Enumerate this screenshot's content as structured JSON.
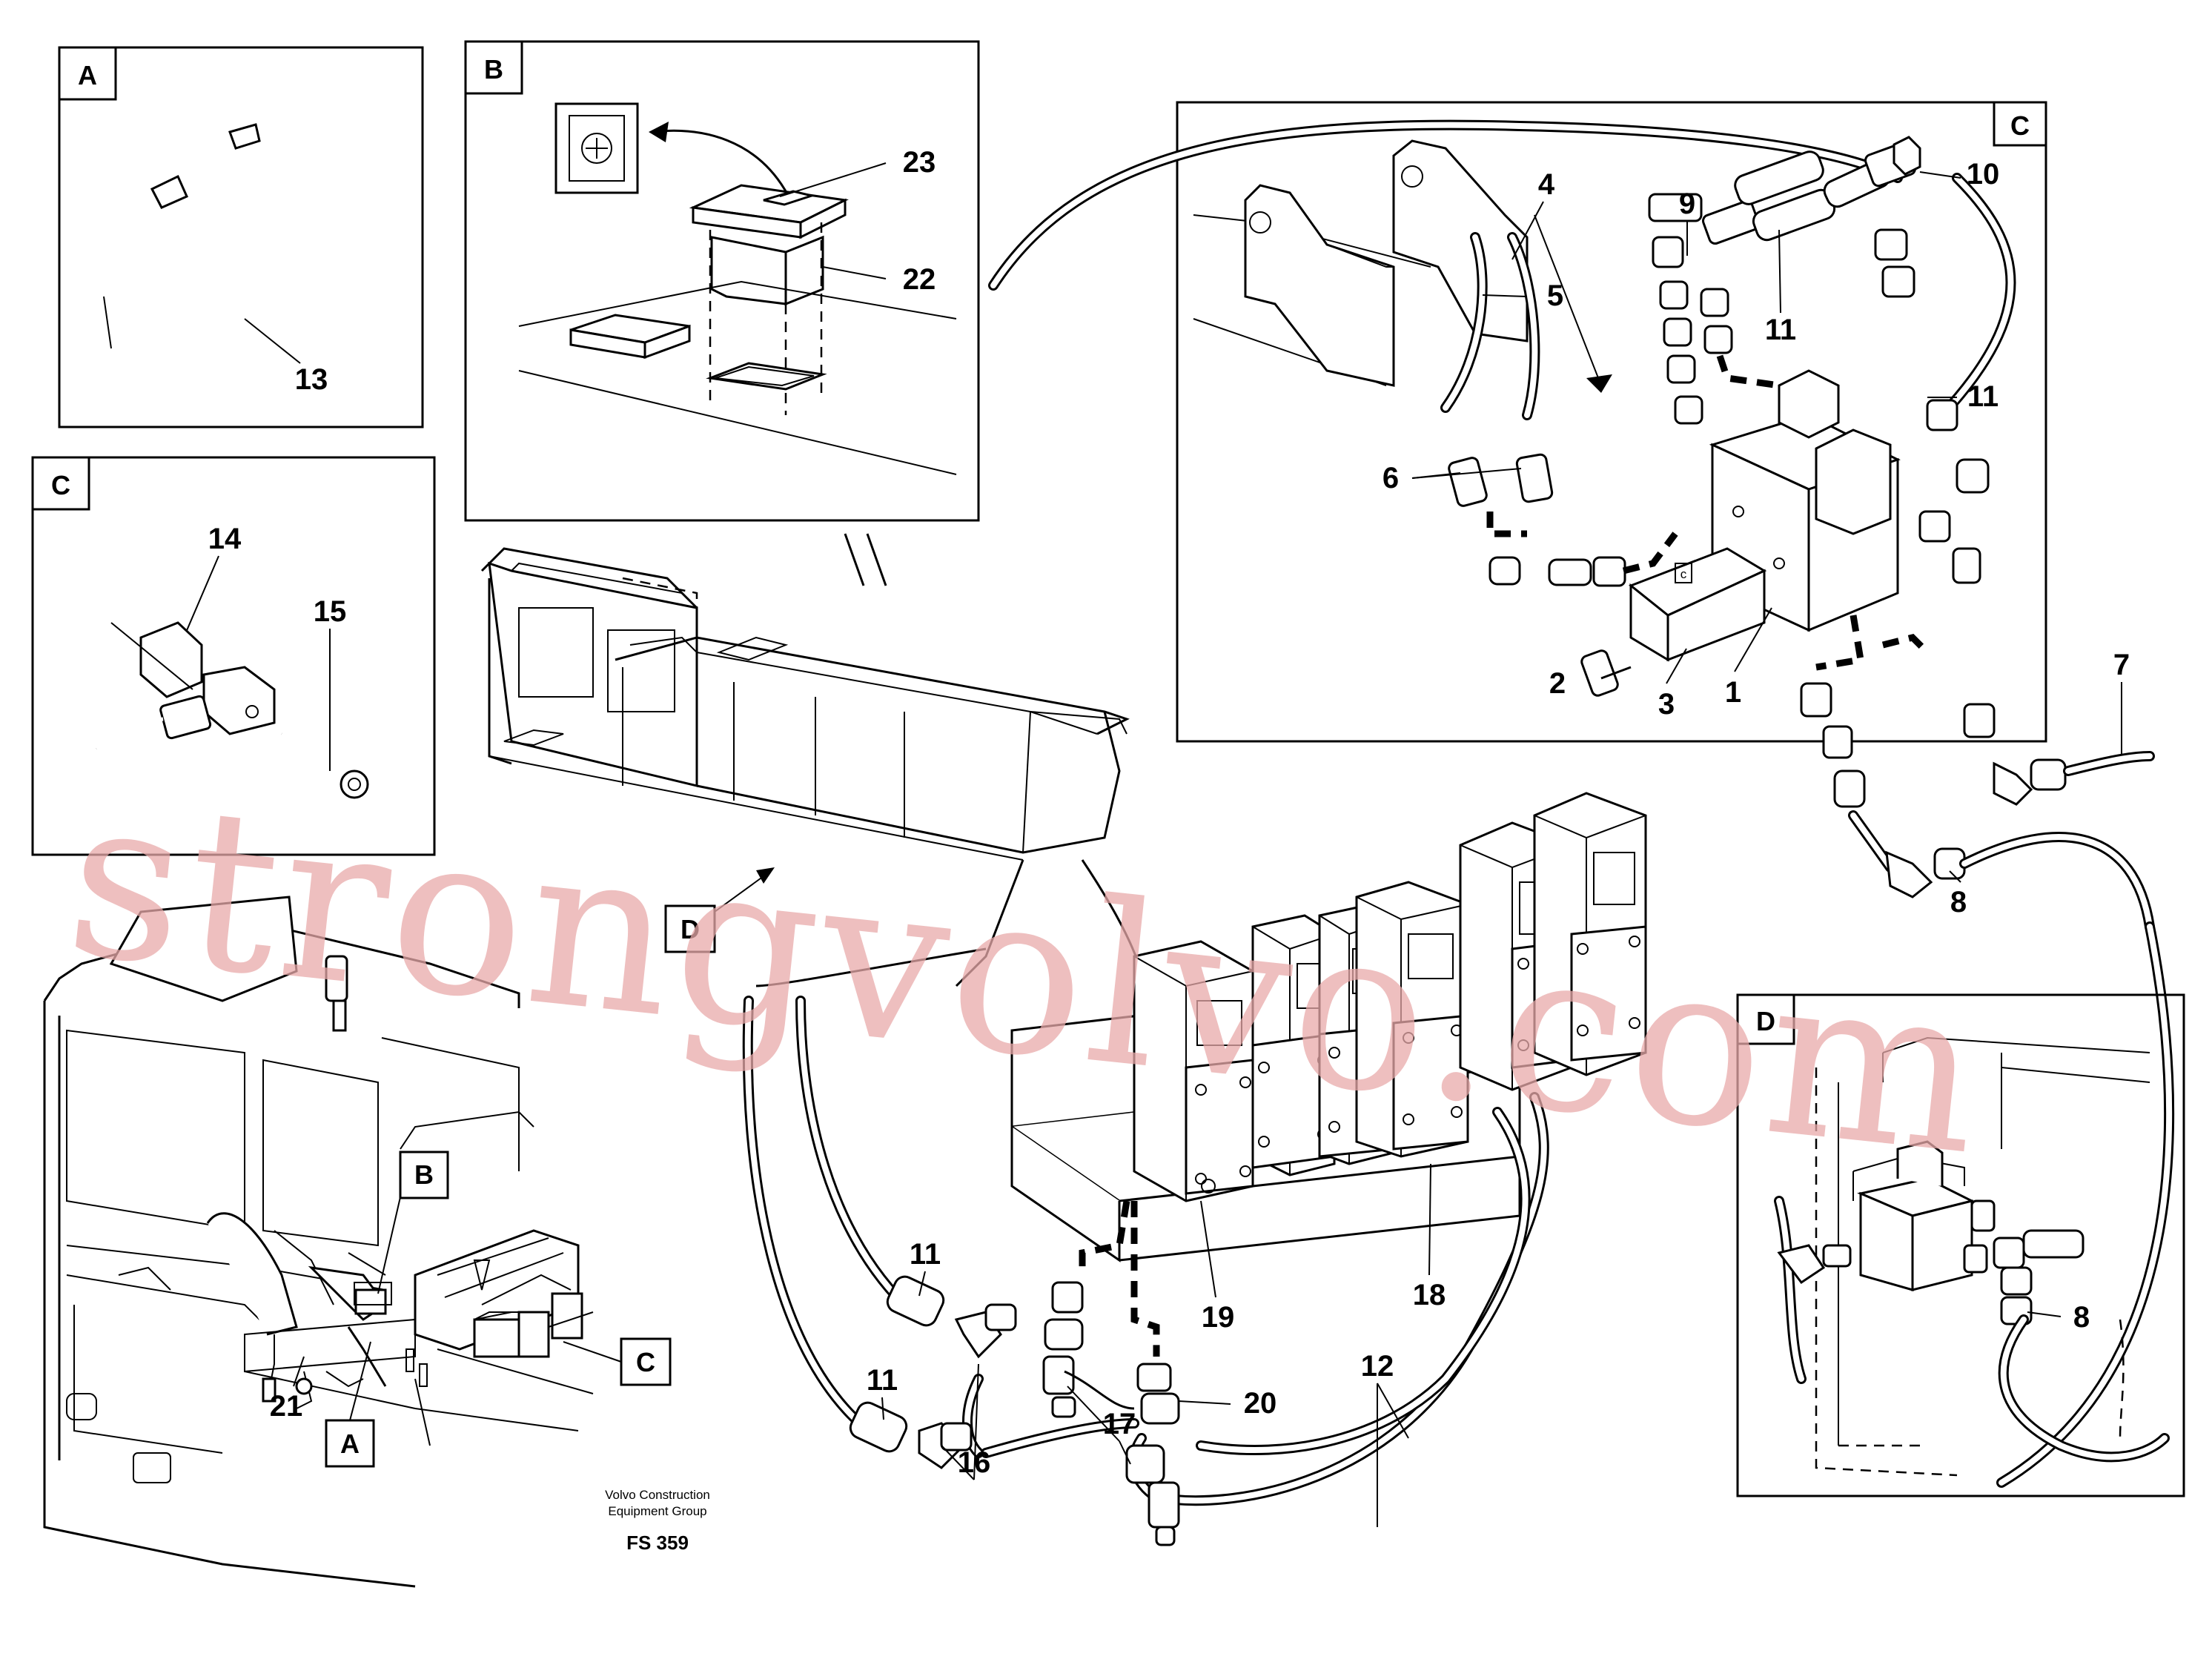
{
  "panels": {
    "a": {
      "letter": "A"
    },
    "b": {
      "letter": "B"
    },
    "c_small": {
      "letter": "C"
    },
    "c_main": {
      "letter": "C"
    },
    "d": {
      "letter": "D"
    }
  },
  "view_markers": {
    "d_arrow": "D",
    "b_cab": "B",
    "c_cab": "C",
    "a_cab": "A"
  },
  "callouts": {
    "n1": "1",
    "n2": "2",
    "n3": "3",
    "n4": "4",
    "n5": "5",
    "n6": "6",
    "n7": "7",
    "n8_main": "8",
    "n8_d": "8",
    "n9": "9",
    "n10": "10",
    "n11_top": "11",
    "n11_right": "11",
    "n11_low1": "11",
    "n11_low2": "11",
    "n12": "12",
    "n13": "13",
    "n14": "14",
    "n15": "15",
    "n16": "16",
    "n17": "17",
    "n18": "18",
    "n19": "19",
    "n20": "20",
    "n21": "21",
    "n22": "22",
    "n23": "23"
  },
  "caption": {
    "company_line1": "Volvo Construction",
    "company_line2": "Equipment Group",
    "code": "FS 359"
  },
  "watermark": "strongvolvo.com"
}
